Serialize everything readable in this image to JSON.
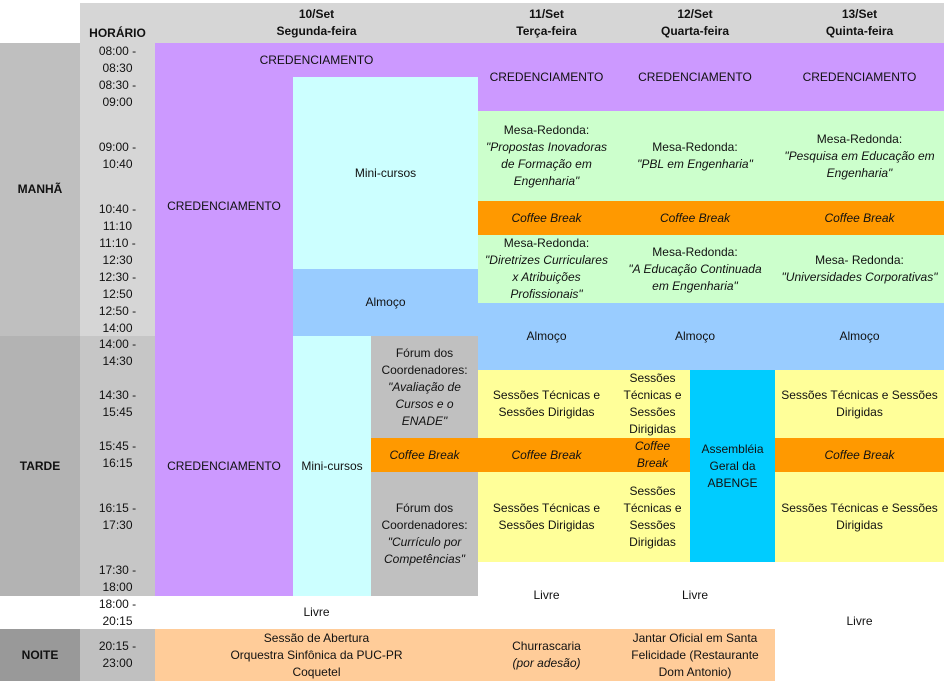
{
  "header": {
    "horario": "HORÁRIO",
    "days": [
      {
        "date": "10/Set",
        "weekday": "Segunda-feira"
      },
      {
        "date": "11/Set",
        "weekday": "Terça-feira"
      },
      {
        "date": "12/Set",
        "weekday": "Quarta-feira"
      },
      {
        "date": "13/Set",
        "weekday": "Quinta-feira"
      }
    ]
  },
  "periods": {
    "morning": "MANHÃ",
    "afternoon": "TARDE",
    "night": "NOITE"
  },
  "times": [
    [
      "08:00 -",
      "08:30"
    ],
    [
      "08:30 -",
      "09:00"
    ],
    [
      "09:00 -",
      "10:40"
    ],
    [
      "10:40 -",
      "11:10"
    ],
    [
      "11:10 -",
      "12:30"
    ],
    [
      "12:30 -",
      "12:50"
    ],
    [
      "12:50 -",
      "14:00"
    ],
    [
      "14:00 -",
      "14:30"
    ],
    [
      "14:30 -",
      "15:45"
    ],
    [
      "15:45 -",
      "16:15"
    ],
    [
      "16:15 -",
      "17:30"
    ],
    [
      "17:30 -",
      "18:00"
    ],
    [
      "18:00 -",
      "20:15"
    ],
    [
      "20:15 -",
      "23:00"
    ]
  ],
  "events": {
    "credenciamento": "CREDENCIAMENTO",
    "minicursos_manha": "Mini-cursos",
    "minicursos_tarde": "Mini-cursos",
    "almoco": "Almoço",
    "coffee_break": "Coffee Break",
    "livre": "Livre",
    "forum1": {
      "title": [
        "Fórum dos",
        "Coordenadores:"
      ],
      "topic": [
        "\"Avaliação de",
        "Cursos e o",
        "ENADE\""
      ]
    },
    "forum2": {
      "title": [
        "Fórum dos",
        "Coordenadores:"
      ],
      "topic": [
        "\"Currículo por",
        "Competências\""
      ]
    },
    "mesa_11_1": {
      "title": "Mesa-Redonda:",
      "topic": [
        "\"Propostas Inovadoras",
        "de Formação em",
        "Engenharia\""
      ]
    },
    "mesa_12_1": {
      "title": "Mesa-Redonda:",
      "topic": [
        "\"PBL em Engenharia\""
      ]
    },
    "mesa_13_1": {
      "title": "Mesa-Redonda:",
      "topic": [
        "\"Pesquisa em Educação em",
        "Engenharia\""
      ]
    },
    "mesa_11_2": {
      "title": "Mesa-Redonda:",
      "topic": [
        "\"Diretrizes Curriculares",
        "x Atribuições",
        "Profissionais\""
      ]
    },
    "mesa_12_2": {
      "title": "Mesa-Redonda:",
      "topic": [
        "\"A Educação Continuada",
        "em Engenharia\""
      ]
    },
    "mesa_13_2": {
      "title": "Mesa- Redonda:",
      "topic": [
        "\"Universidades Corporativas\""
      ]
    },
    "sessoes_wide": [
      "Sessões Técnicas e",
      "Sessões Dirigidas"
    ],
    "sessoes_wide_13": [
      "Sessões Técnicas e Sessões",
      "Dirigidas"
    ],
    "sessoes_narrow": [
      "Sessões",
      "Técnicas e",
      "Sessões",
      "Dirigidas"
    ],
    "coffee_narrow": [
      "Coffee",
      "Break"
    ],
    "assembleia": [
      "Assembléia",
      "Geral da",
      "ABENGE"
    ],
    "abertura": [
      "Sessão de Abertura",
      "Orquestra Sinfônica da PUC-PR",
      "Coquetel"
    ],
    "churrascaria": {
      "title": "Churrascaria",
      "note": "(por adesão)"
    },
    "jantar": [
      "Jantar Oficial em Santa",
      "Felicidade (Restaurante",
      "Dom Antonio)"
    ]
  }
}
